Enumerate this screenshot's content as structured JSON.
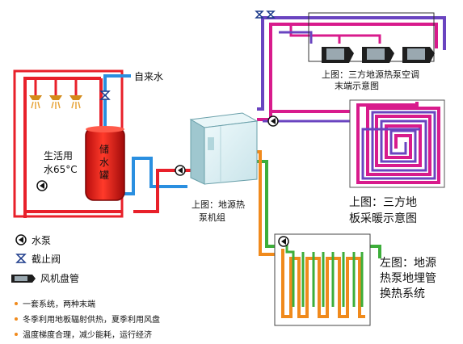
{
  "labels": {
    "tap_water": "自来水",
    "domestic_water_1": "生活用",
    "domestic_water_2": "水65°C",
    "storage_tank": [
      "储",
      "水",
      "罐"
    ],
    "heat_pump_unit_1": "上图：地源热",
    "heat_pump_unit_2": "泵机组",
    "fan_coil_caption_1": "上图：三方地源热泵空调",
    "fan_coil_caption_2": "末端示意图",
    "floor_caption_1": "上图：三方地",
    "floor_caption_2": "板采暖示意图",
    "ground_loop_caption_1": "左图：地源",
    "ground_loop_caption_2": "热泵地埋管",
    "ground_loop_caption_3": "换热系统"
  },
  "legend": {
    "pump": "水泵",
    "valve": "截止阀",
    "fan_coil": "风机盘管"
  },
  "notes": [
    "一套系统，两种末端",
    "冬季利用地板辐射供热，夏季利用风盘",
    "温度梯度合理，减少能耗，运行经济"
  ],
  "colors": {
    "hot_red": "#e8202a",
    "cold_blue": "#2a8fe0",
    "magenta": "#d81b8c",
    "purple": "#7a3fb8",
    "green": "#3dae3a",
    "orange": "#f08a1c",
    "tank": "#dd1a1a",
    "unit_body": "#dff1f4"
  }
}
